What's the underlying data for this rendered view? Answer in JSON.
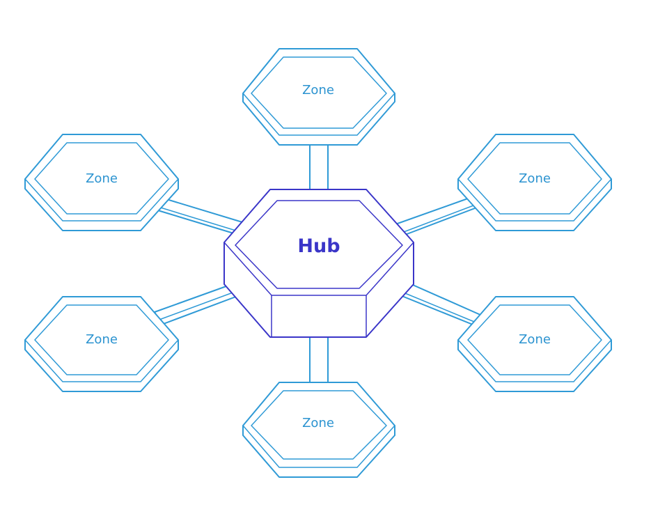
{
  "diagram": {
    "hub": {
      "label": "Hub"
    },
    "zones": [
      {
        "id": "top",
        "label": "Zone"
      },
      {
        "id": "upper-left",
        "label": "Zone"
      },
      {
        "id": "upper-right",
        "label": "Zone"
      },
      {
        "id": "lower-left",
        "label": "Zone"
      },
      {
        "id": "lower-right",
        "label": "Zone"
      },
      {
        "id": "bottom",
        "label": "Zone"
      }
    ],
    "colors": {
      "zone": "#2f9ad6",
      "hub": "#3a35c8",
      "background": "#ffffff"
    }
  }
}
